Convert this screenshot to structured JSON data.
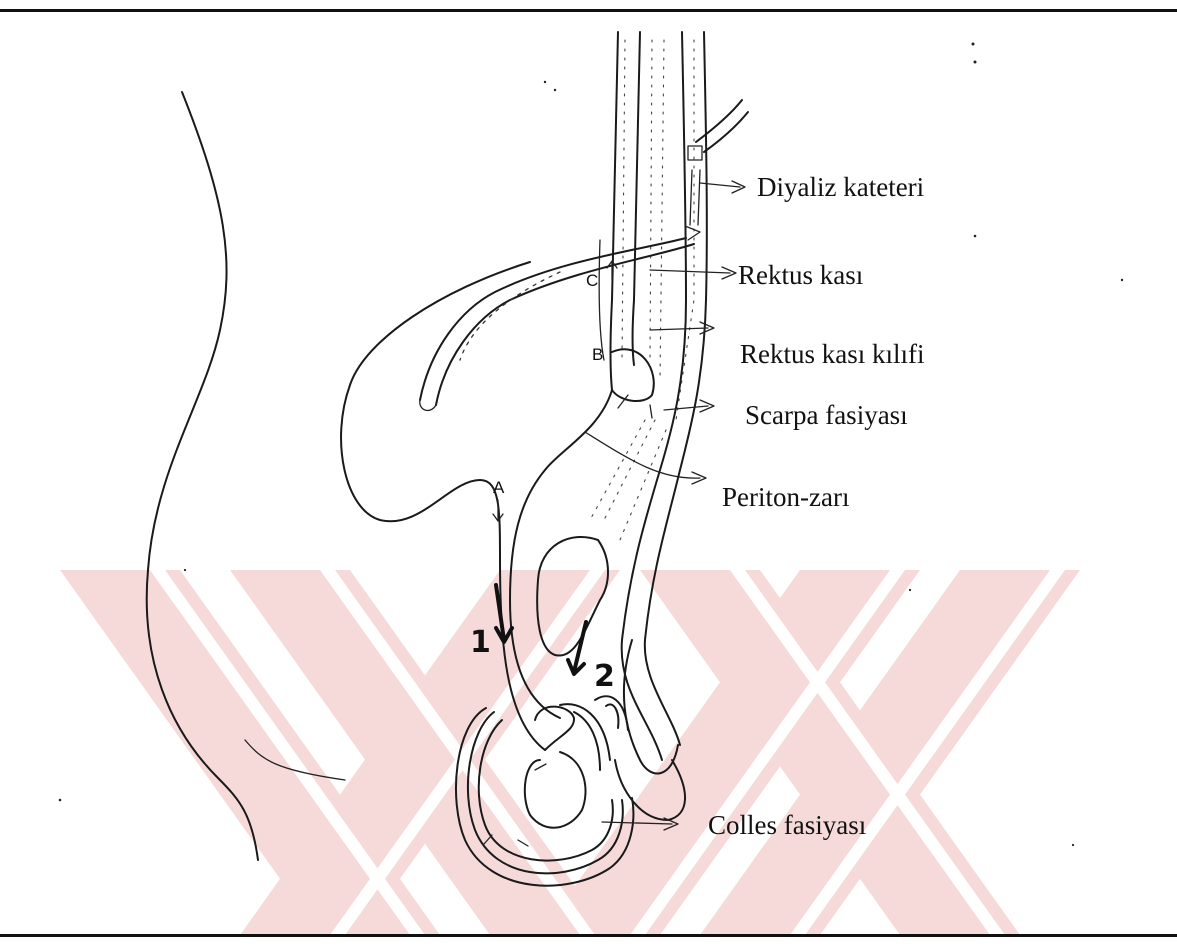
{
  "labels": {
    "dialysis_catheter": "Diyaliz kateteri",
    "rectus_muscle": "Rektus kası",
    "rectus_sheath": "Rektus kası kılıfi",
    "scarpa_fascia": "Scarpa fasiyası",
    "peritoneum": "Periton-zarı",
    "colles_fascia": "Colles fasiyası"
  },
  "markers": {
    "a": "A",
    "b": "B",
    "c": "C",
    "one": "1",
    "two": "2"
  },
  "colors": {
    "ink": "#1a1a1a",
    "watermark": "#f6dada",
    "background": "#ffffff"
  }
}
